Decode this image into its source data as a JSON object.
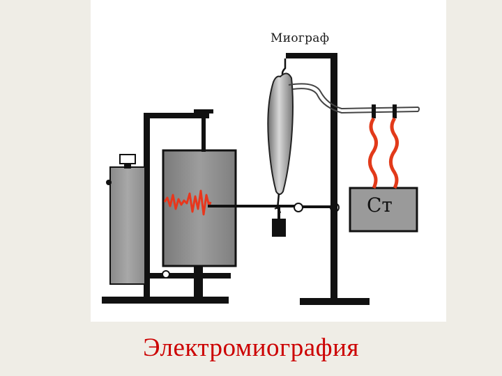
{
  "diagram": {
    "device_label": "Миограф",
    "box_label": "Ст"
  },
  "caption": "Электромиография",
  "colors": {
    "caption": "#cc0000",
    "signal": "#e8361c",
    "wire": "#e23a1a",
    "drum_fill": "#8f8f8f",
    "background": "#efede6"
  }
}
